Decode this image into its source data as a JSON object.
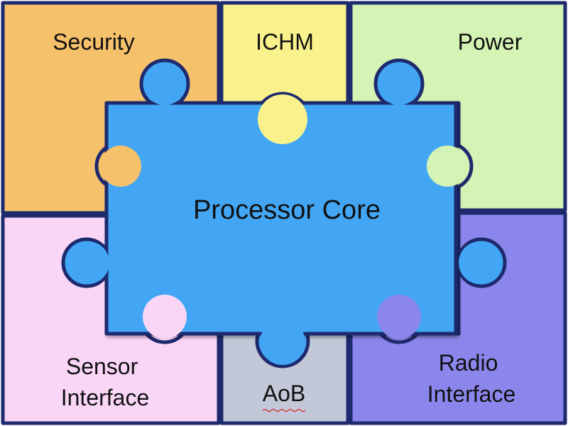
{
  "diagram": {
    "pieces": [
      {
        "id": "security",
        "lines": [
          "Security"
        ],
        "color": "#f6c16b"
      },
      {
        "id": "ichm",
        "lines": [
          "ICHM"
        ],
        "color": "#f9f28c"
      },
      {
        "id": "power",
        "lines": [
          "Power"
        ],
        "color": "#d4f3b4"
      },
      {
        "id": "sensor",
        "lines": [
          "Sensor",
          "Interface"
        ],
        "color": "#fad6f6"
      },
      {
        "id": "aob",
        "lines": [
          "AoB"
        ],
        "color": "#c3c8d8"
      },
      {
        "id": "radio",
        "lines": [
          "Radio",
          "Interface"
        ],
        "color": "#8b86eb"
      },
      {
        "id": "core",
        "lines": [
          "Processor Core"
        ],
        "color": "#42a6f5"
      }
    ],
    "outline_color": "#1e2a6e"
  }
}
